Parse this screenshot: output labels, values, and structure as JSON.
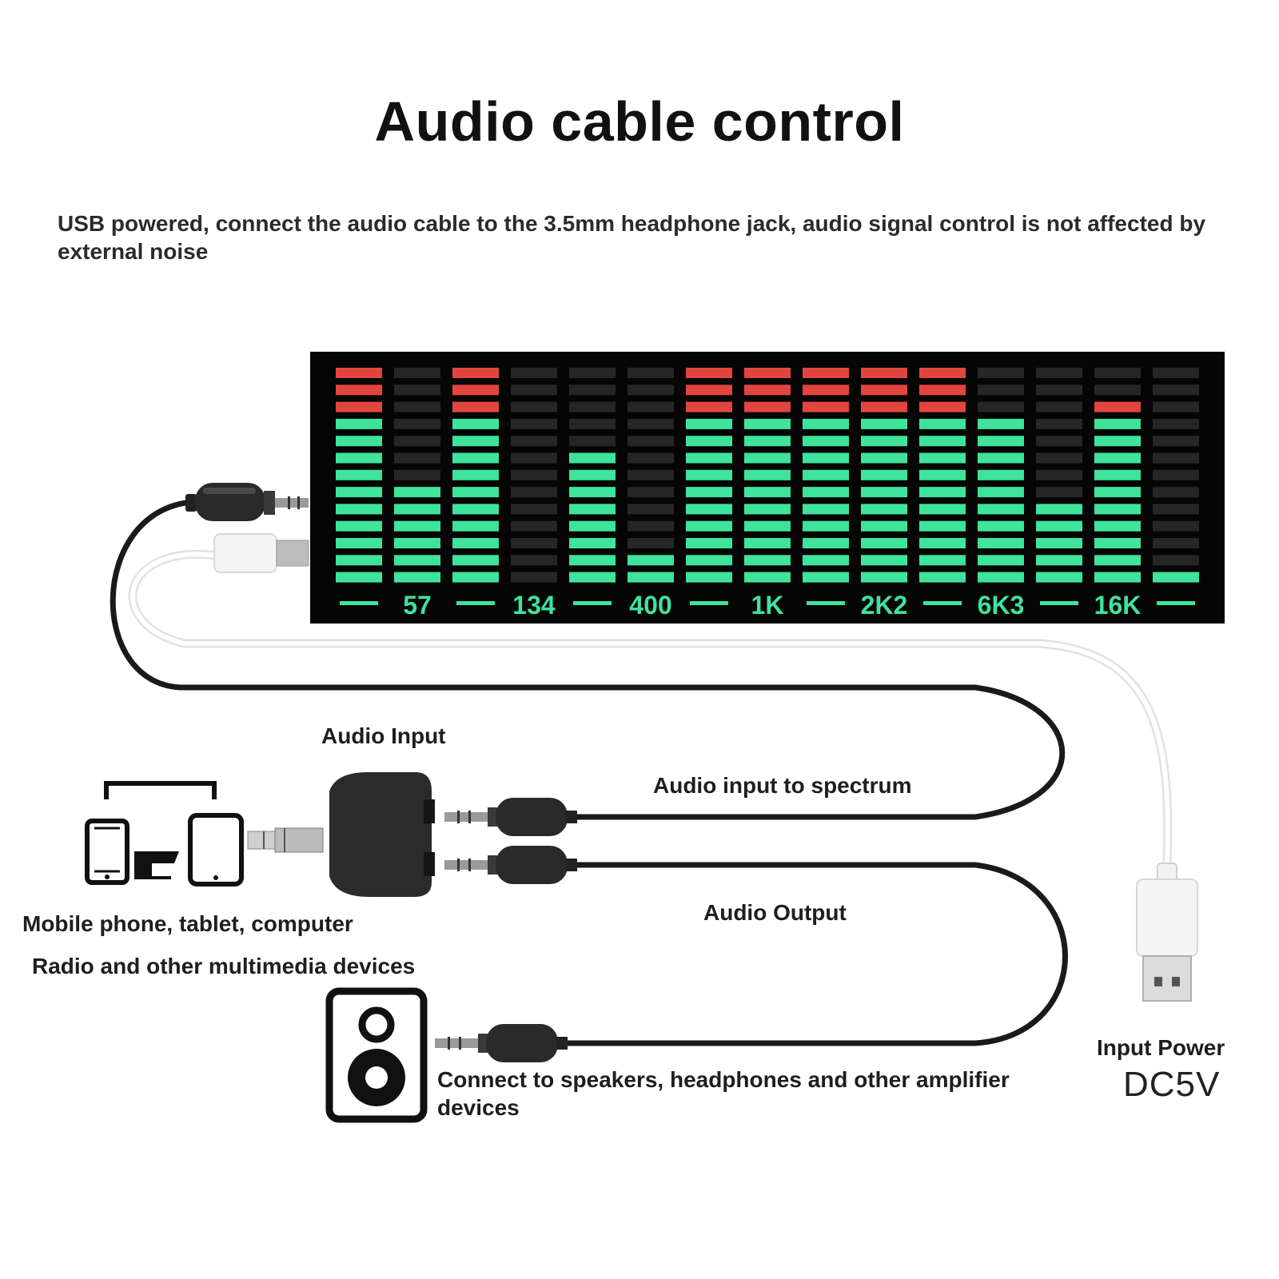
{
  "title": "Audio cable control",
  "subtitle": "USB powered, connect the audio cable to the 3.5mm headphone jack, audio signal control is not affected by external noise",
  "display": {
    "band_labels": [
      "57",
      "134",
      "400",
      "1K",
      "2K2",
      "6K3",
      "16K"
    ],
    "levels": [
      13,
      6,
      13,
      0,
      8,
      2,
      13,
      13,
      13,
      13,
      13,
      10,
      5,
      11,
      1
    ],
    "colors": {
      "green": "#3ee39c",
      "red": "#e2453f",
      "dim": "#262626",
      "panel": "#050505"
    }
  },
  "labels": {
    "audio_input": "Audio Input",
    "audio_input_to_spectrum": "Audio input to spectrum",
    "audio_output": "Audio Output",
    "devices_line1": "Mobile phone, tablet, computer",
    "devices_line2": "Radio and other multimedia devices",
    "speakers": "Connect to speakers, headphones and other amplifier devices",
    "input_power": "Input Power",
    "voltage": "DC5V"
  },
  "icons": [
    "devices-icon",
    "splitter-adapter-icon",
    "speaker-icon",
    "usb-plug-icon"
  ]
}
